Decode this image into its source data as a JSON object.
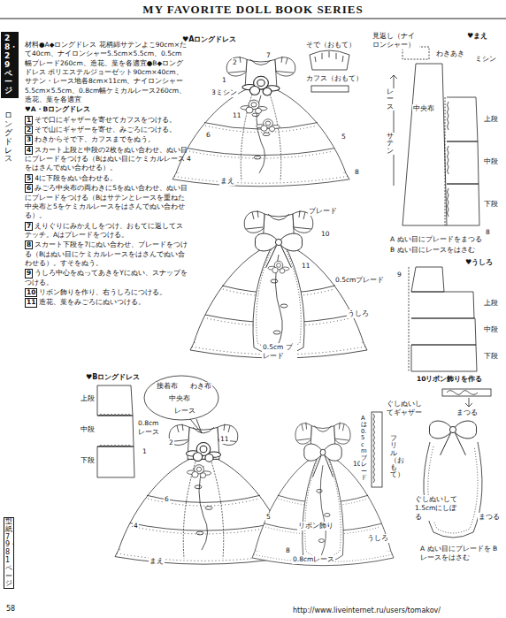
{
  "diagram": {
    "title": "MY FAVORITE DOLL BOOK SERIES",
    "nodes": [
      {
        "text": [
          "28・29ページ"
        ]
      }
    ],
    "labels": [
      "ロングドレス",
      "型紙79・81ページ",
      "58",
      "http://www.liveinternet.ru/users/tomakov/",
      "材料●A◆ロングドレス 花柄綿サテンよこ90cm×たて40cm、ナイロンシャー5.5cm×5.5cm、0.5cm幅ブレード260cm、造花、葉を各適宜●B◆ロングドレス ポリエステルジョーゼット90cm×40cm、サテン・レース地各8cm×11cm、ナイロンシャー5.5cm×5.5cm、0.8cm幅ケミカルレース260cm、造花、葉を各適宜",
      "♥A・Bロングドレス",
      "1",
      "そで口にギャザーを寄せてカフスをつける。",
      "2",
      "そで山にギャザーを寄せ、みごろにつける。",
      "3",
      "わきからそで下、カフスまでをぬう。",
      "4",
      "スカート上段と中段の2枚をぬい合わせ、ぬい目にブレードをつける（Bはぬい目にケミカルレースをはさんでぬい合わせる）。",
      "5",
      "4に下段をぬい合わせる。",
      "6",
      "みごろ中央布の両わきに5をぬい合わせ、ぬい目にブレードをつける（Bはサテンとレースを重ねた中央布と5をケミカルレースをはさんでぬい合わせる）。",
      "7",
      "えりぐりにみかえしをつけ、おもてに返してステッチ。Aはブレードをつける。",
      "8",
      "スカート下段を7にぬい合わせ、ブレードをつける（Bはぬい目にケミカルレースをはさんでぬい合わせる）。すそをぬう。",
      "9",
      "うしろ中心をぬってあきをYにぬい、スナップをつける。",
      "10",
      "リボン飾りを作り、右うしろにつける。",
      "11",
      "造花、葉をみごろにぬいつける。",
      "♥Aロングドレス",
      "そで（おもて）",
      "カフス（おもて）",
      "1",
      "2",
      "3ミシン",
      "7",
      "11",
      "6",
      "4",
      "5",
      "8",
      "まえ",
      "ブレード",
      "10",
      "11",
      "0.5cmブレード",
      "うしろ",
      "0.5cm ブレード",
      "♥まえ",
      "見返し（ナイロンシャー）",
      "わきあき",
      "ミシン",
      "中央布",
      "レース",
      "サテン",
      "上段",
      "中段",
      "下段",
      "8",
      "A ぬい目にブレードをまつる",
      "B ぬい目にレースをはさむ",
      "♥うしろ",
      "9",
      "上段",
      "中段",
      "下段",
      "♥Bロングドレス",
      "上段",
      "中段",
      "下段",
      "0.8cmレース",
      "接着布",
      "わき布",
      "中央布",
      "レース",
      "11",
      "2",
      "1",
      "6",
      "4",
      "5",
      "8",
      "まえ",
      "10",
      "リボン飾り",
      "0.8cmレース",
      "うしろ",
      "10リボン飾りを作る",
      "ぐしぬいしてギャザー",
      "Aは0.5cmブレード",
      "フリル（おもて）",
      "まつる",
      "ぐしぬいして1.5cmにしぼる",
      "A ぬい目にブレードを B レースをはさむ",
      "まつる"
    ]
  }
}
